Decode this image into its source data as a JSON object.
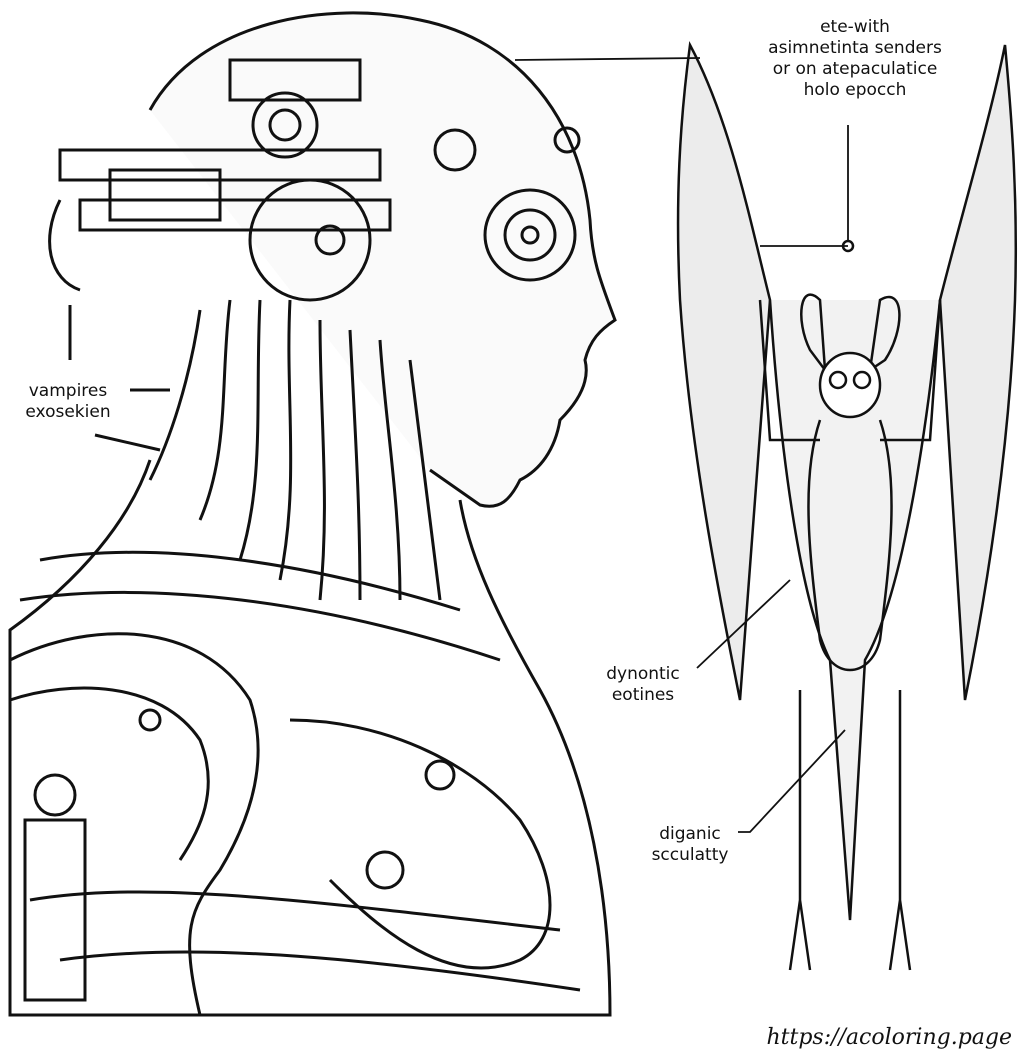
{
  "labels": {
    "top_right": [
      "ete-with",
      "asimnetinta senders",
      "or on atepaculatice",
      "holo epocch"
    ],
    "left": [
      "vampires",
      "exosekien"
    ],
    "bat_mid": [
      "dynontic",
      "eotines"
    ],
    "bat_low": [
      "diganic",
      "scculatty"
    ]
  },
  "watermark": "https://acoloring.page",
  "colors": {
    "ink": "#111111",
    "paper": "#ffffff"
  }
}
